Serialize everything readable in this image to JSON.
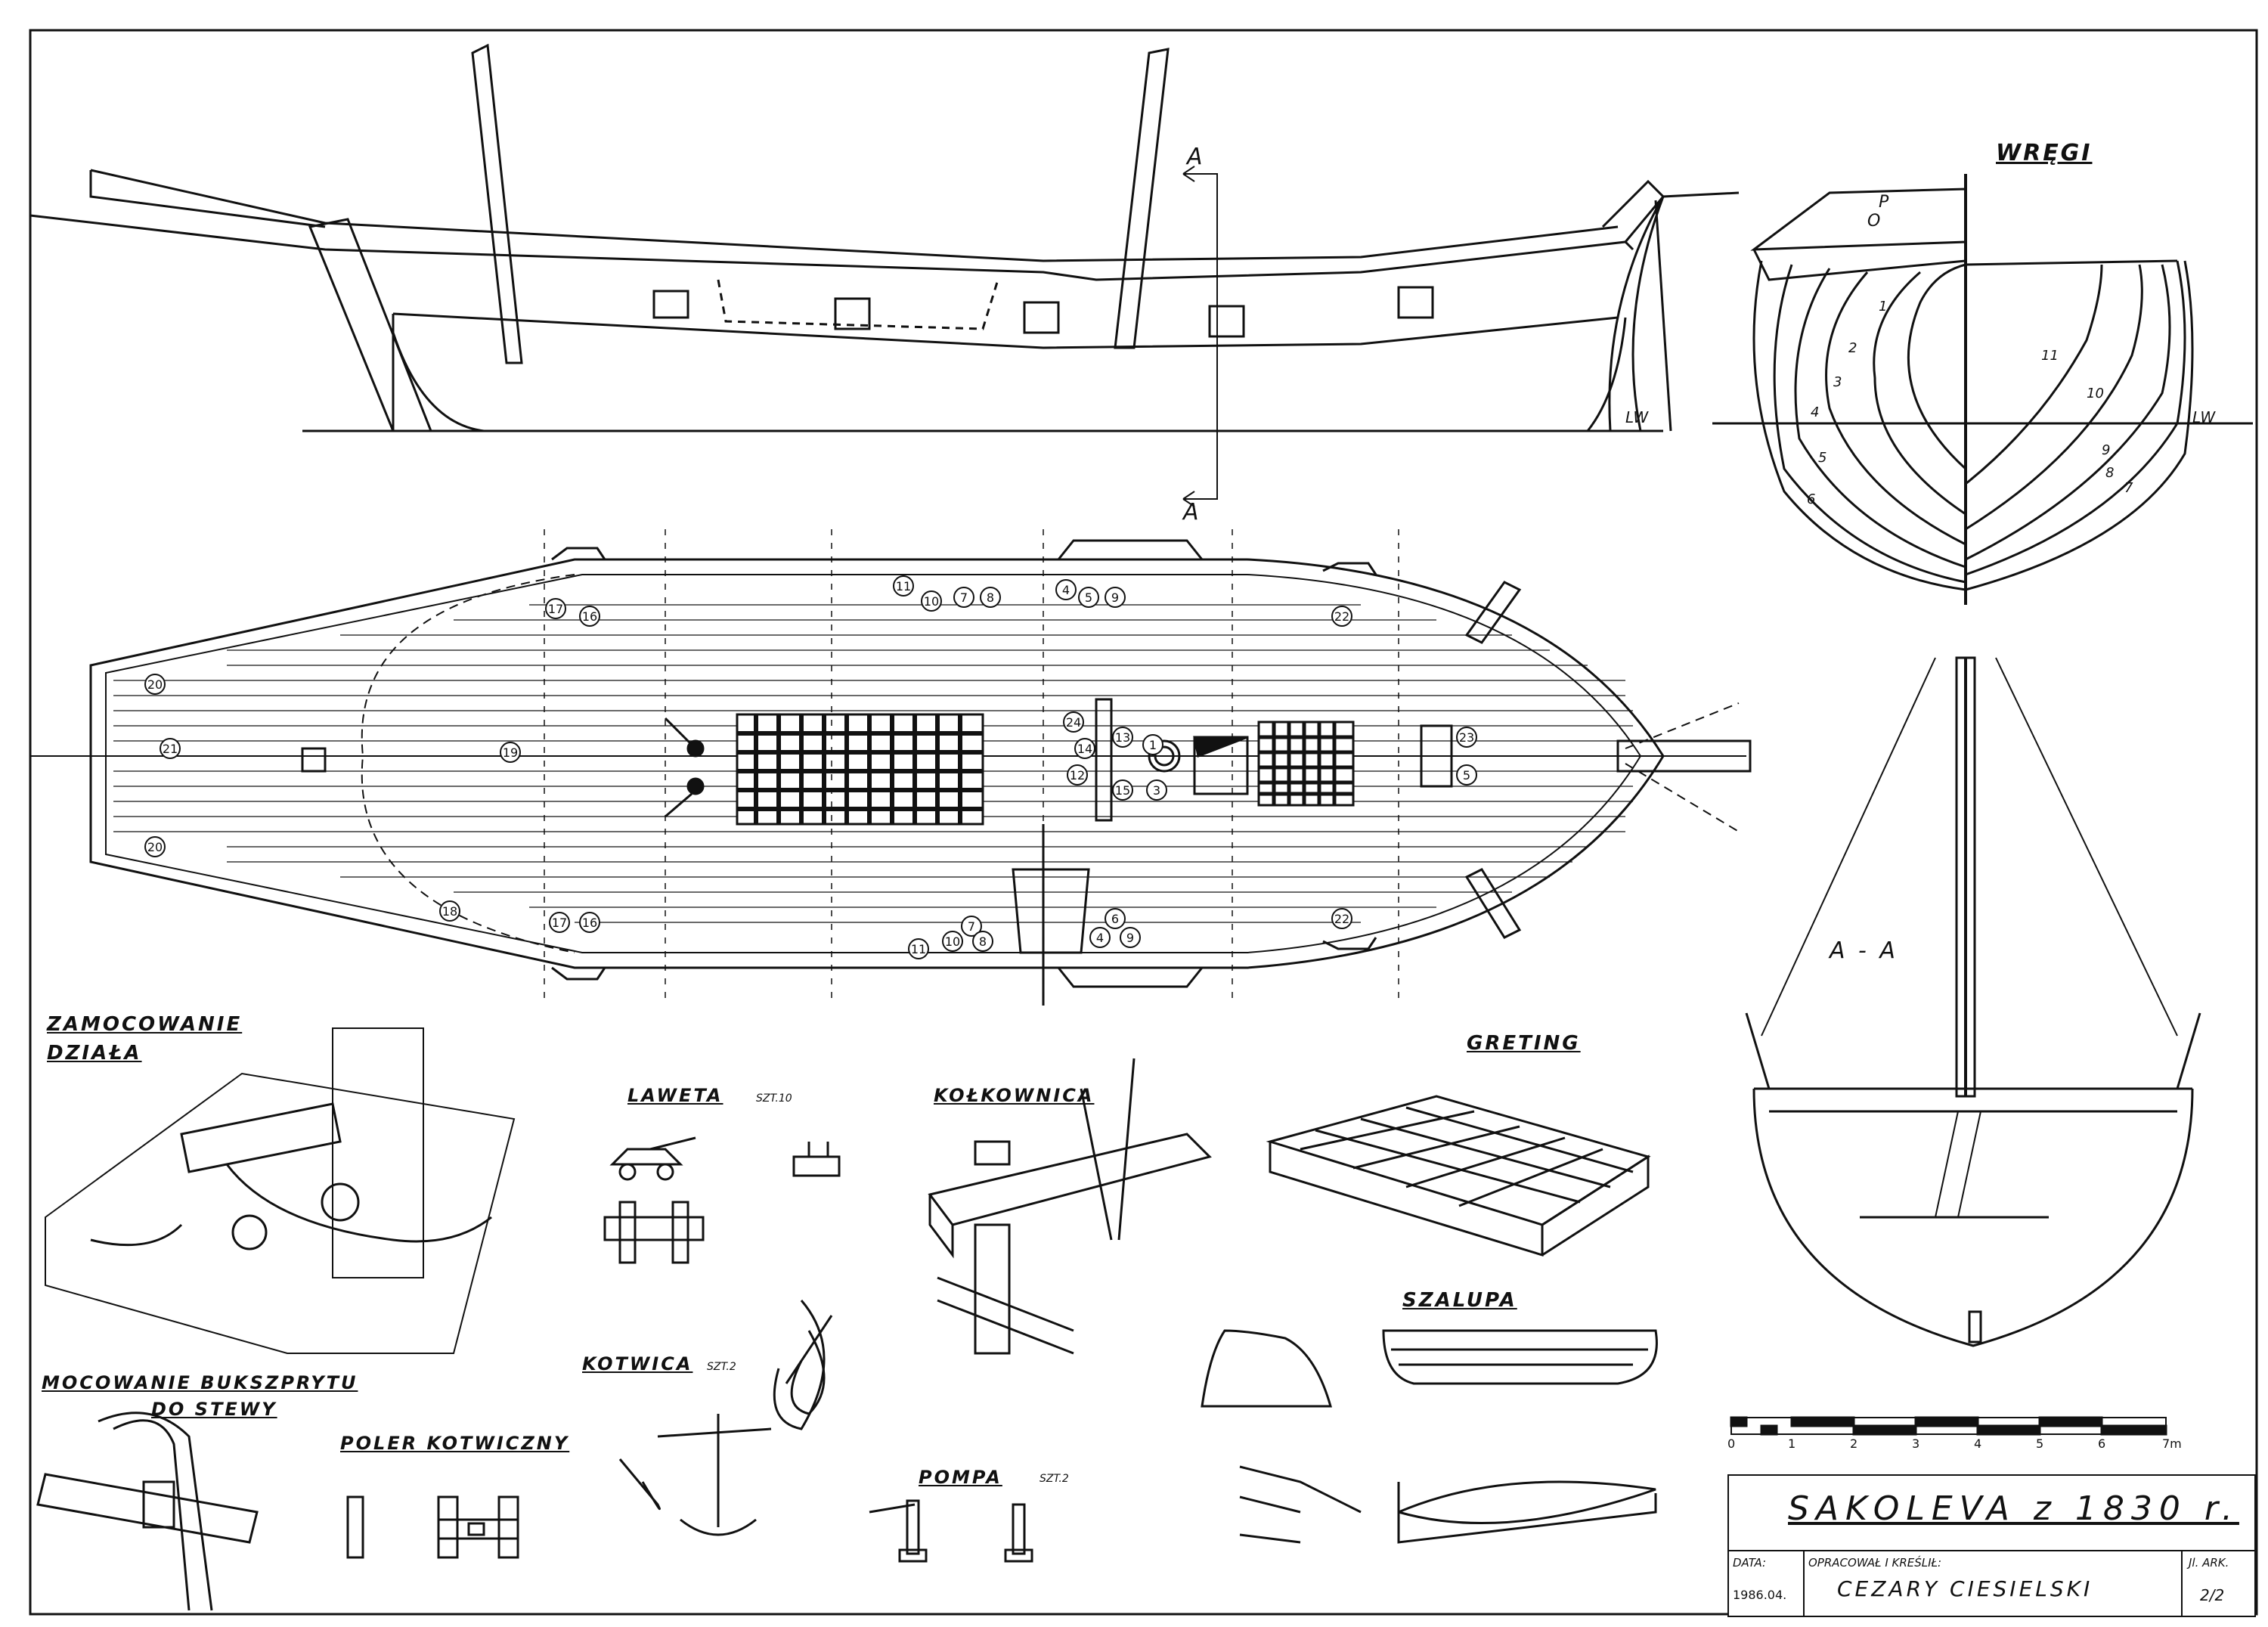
{
  "labels": {
    "wregi": "WRĘGI",
    "section_a_top": "A",
    "section_a_bottom": "A",
    "lw_left": "LW",
    "lw_right": "LW",
    "frame_o": "O",
    "frame_p": "P",
    "section_aa": "A - A",
    "zamocowanie_1": "ZAMOCOWANIE",
    "zamocowanie_2": "DZIAŁA",
    "laweta": "LAWETA",
    "laweta_qty": "SZT.10",
    "kolkownica": "KOŁKOWNICA",
    "greting": "GRETING",
    "szalupa": "SZALUPA",
    "mocowanie_1": "MOCOWANIE BUKSZPRYTU",
    "mocowanie_2": "DO STEWY",
    "poler": "POLER KOTWICZNY",
    "kotwica": "KOTWICA",
    "kotwica_qty": "SZT.2",
    "pompa": "POMPA",
    "pompa_qty": "SZT.2"
  },
  "frame_numbers": [
    "1",
    "2",
    "3",
    "4",
    "5",
    "6",
    "7",
    "8",
    "9",
    "10",
    "11"
  ],
  "deck_numbers": [
    {
      "n": "20"
    },
    {
      "n": "21"
    },
    {
      "n": "20"
    },
    {
      "n": "19"
    },
    {
      "n": "18"
    },
    {
      "n": "17"
    },
    {
      "n": "16"
    },
    {
      "n": "17"
    },
    {
      "n": "16"
    },
    {
      "n": "11"
    },
    {
      "n": "10"
    },
    {
      "n": "7"
    },
    {
      "n": "8"
    },
    {
      "n": "4"
    },
    {
      "n": "5"
    },
    {
      "n": "9"
    },
    {
      "n": "24"
    },
    {
      "n": "14"
    },
    {
      "n": "12"
    },
    {
      "n": "13"
    },
    {
      "n": "15"
    },
    {
      "n": "1"
    },
    {
      "n": "3"
    },
    {
      "n": "22"
    },
    {
      "n": "22"
    },
    {
      "n": "23"
    },
    {
      "n": "5"
    },
    {
      "n": "11"
    },
    {
      "n": "10"
    },
    {
      "n": "7"
    },
    {
      "n": "8"
    },
    {
      "n": "6"
    },
    {
      "n": "4"
    },
    {
      "n": "9"
    }
  ],
  "scale": {
    "ticks": [
      "0",
      "1",
      "2",
      "3",
      "4",
      "5",
      "6",
      "7m"
    ]
  },
  "title_block": {
    "title": "SAKOLEVA z 1830 r.",
    "date_label": "DATA:",
    "date_value": "1986.04.",
    "author_label": "OPRACOWAŁ I KREŚLIŁ:",
    "author_value": "CEZARY CIESIELSKI",
    "sheet_label": "Jl. ARK.",
    "sheet_value": "2/2"
  }
}
